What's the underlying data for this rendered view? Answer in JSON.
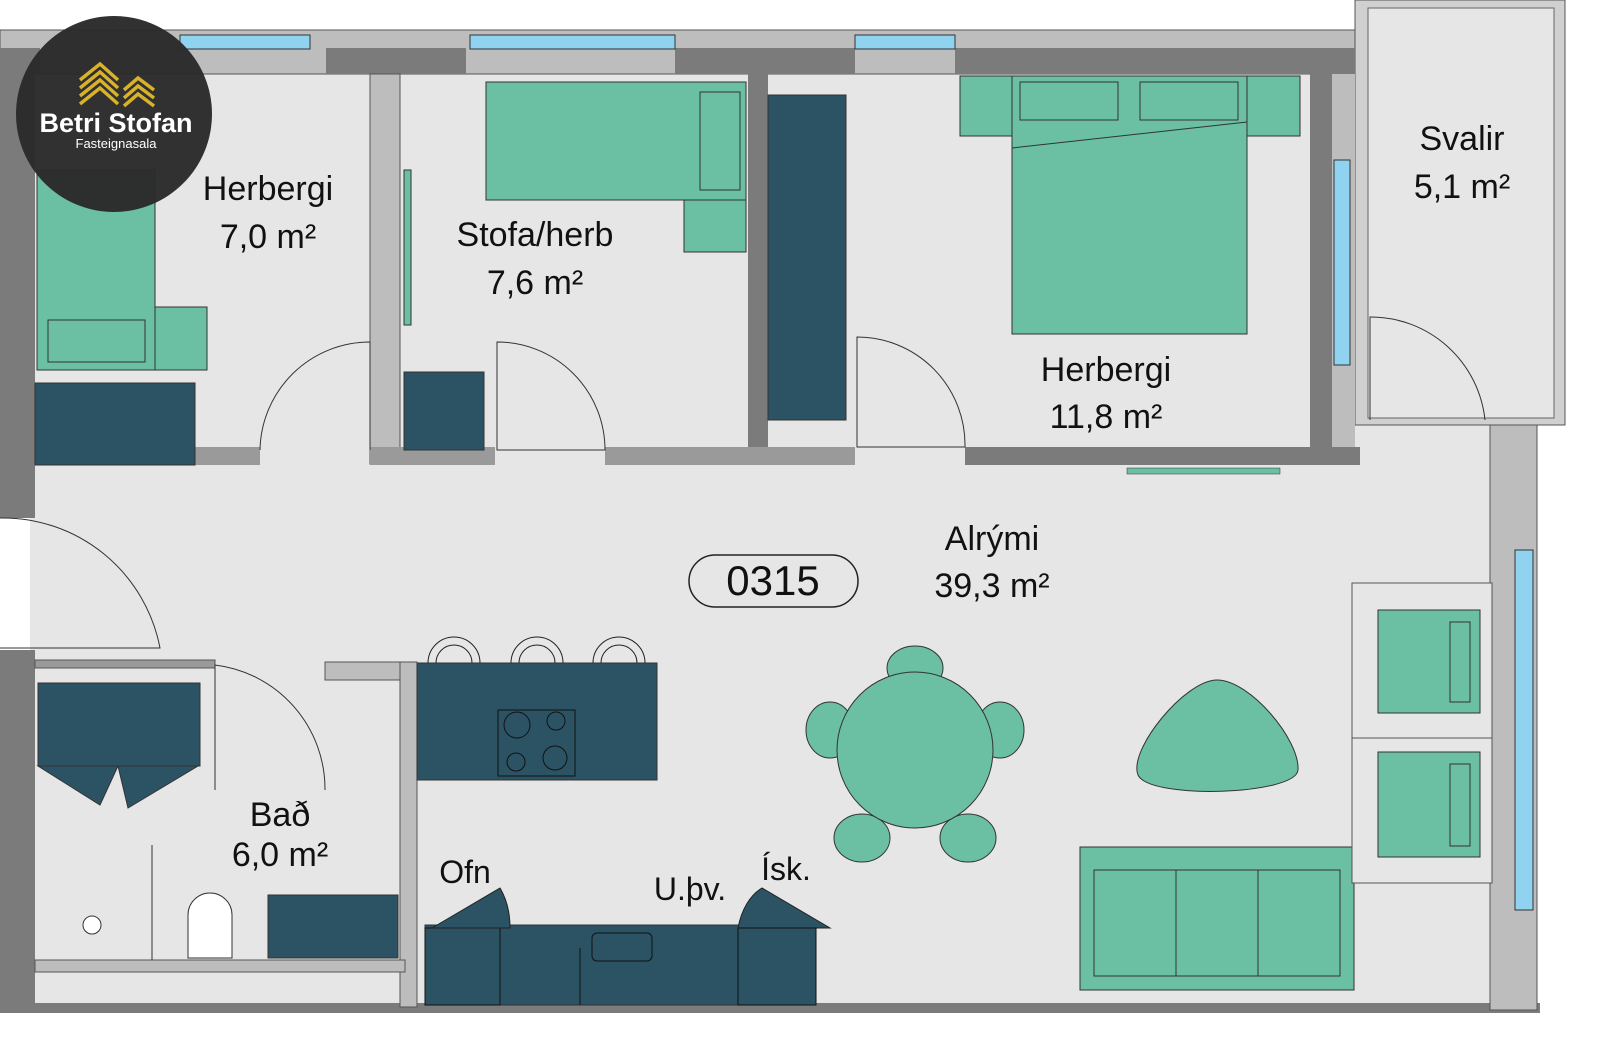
{
  "logo": {
    "name": "Betri Stofan",
    "subtitle": "Fasteignasala"
  },
  "unit_number": "0315",
  "rooms": [
    {
      "name": "Herbergi",
      "area": "7,0 m²"
    },
    {
      "name": "Stofa/herb",
      "area": "7,6 m²"
    },
    {
      "name": "Herbergi",
      "area": "11,8 m²"
    },
    {
      "name": "Svalir",
      "area": "5,1 m²"
    },
    {
      "name": "Alrými",
      "area": "39,3 m²"
    },
    {
      "name": "Bað",
      "area": "6,0 m²"
    }
  ],
  "appliances": {
    "oven": "Ofn",
    "dishwasher": "U.þv.",
    "fridge": "Ísk."
  },
  "colors": {
    "floor": "#e6e6e6",
    "wall": "#7b7b7b",
    "wall_light": "#bdbdbd",
    "furniture": "#6bbfa3",
    "cabinet": "#2c5364",
    "window": "#8fd3f0",
    "logo_bg": "#2b2a2a",
    "logo_gold": "#d8b22a"
  }
}
